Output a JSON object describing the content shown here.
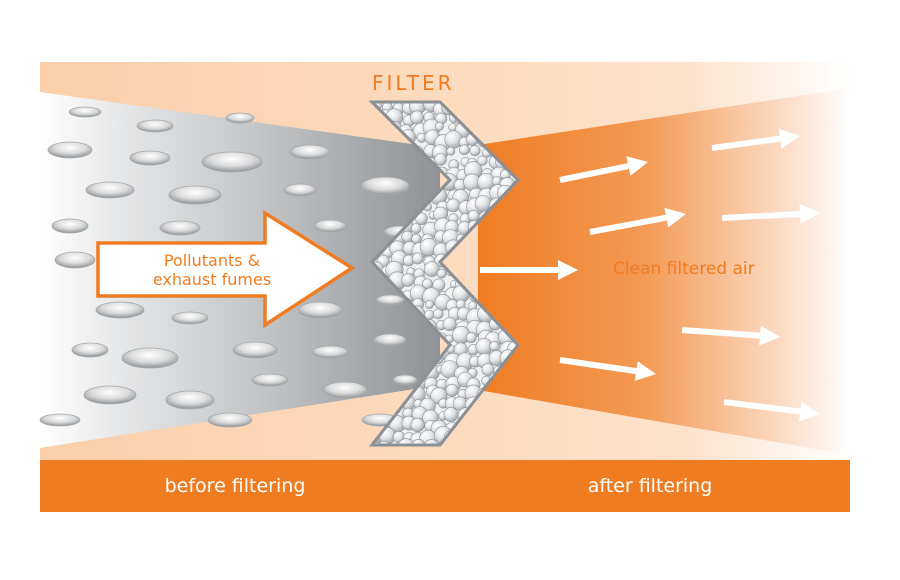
{
  "diagram": {
    "filter_label": "FILTER",
    "pollutants_label_line1": "Pollutants &",
    "pollutants_label_line2": "exhaust fumes",
    "clean_air_label": "Clean filtered air",
    "before_label": "before filtering",
    "after_label": "after filtering"
  },
  "colors": {
    "orange": "#f07c22",
    "peach": "#fbd0ae",
    "gray": "#8f9296",
    "white": "#ffffff"
  }
}
